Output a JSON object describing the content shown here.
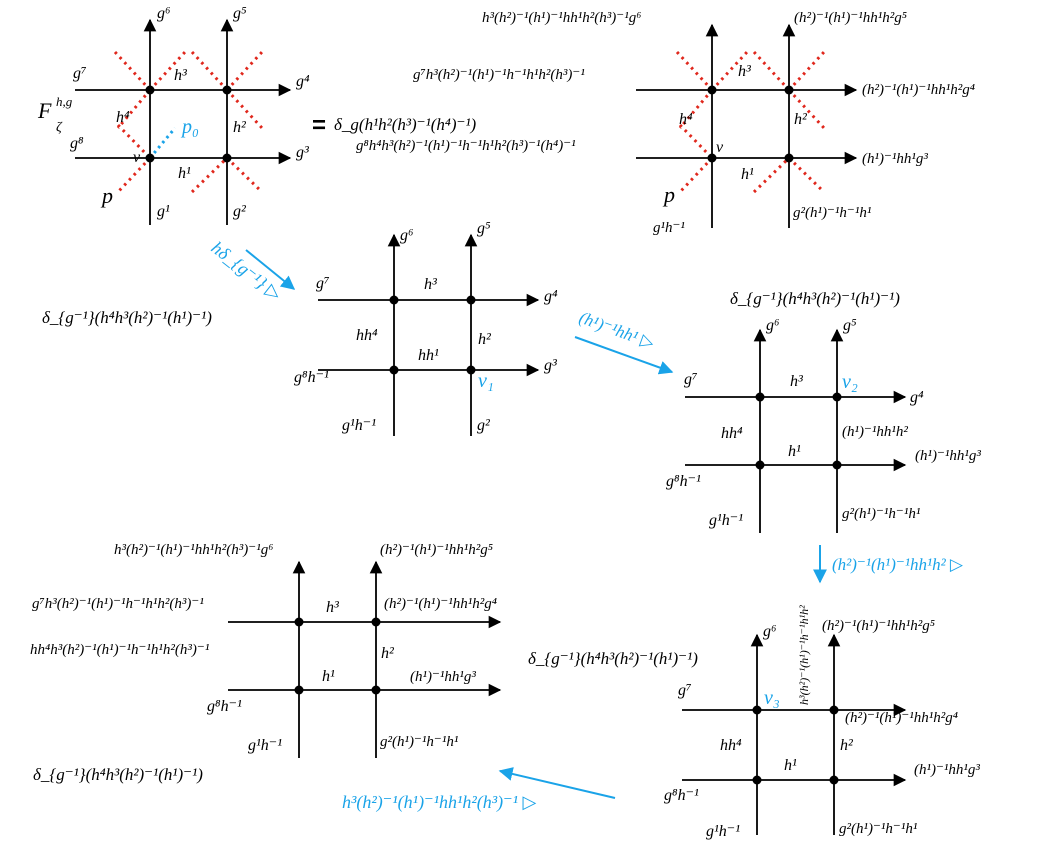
{
  "colors": {
    "ink": "#000000",
    "accent": "#1aa3e8",
    "cut": "#e0271c"
  },
  "operator": {
    "base": "F",
    "sup": "h,g",
    "sub": "ζ"
  },
  "equals": "=",
  "coefficient": "δ_g(h¹h²(h³)⁻¹(h⁴)⁻¹)",
  "coefficient_lower": "δ_{g⁻¹}(h⁴h³(h²)⁻¹(h¹)⁻¹)",
  "d1": {
    "g1": "g¹",
    "g2": "g²",
    "g3": "g³",
    "g4": "g⁴",
    "g5": "g⁵",
    "g6": "g⁶",
    "g7": "g⁷",
    "g8": "g⁸",
    "h1": "h¹",
    "h2": "h²",
    "h3": "h³",
    "h4": "h⁴",
    "v": "v",
    "p0": "p₀",
    "p": "p"
  },
  "d2": {
    "g6": "h³(h²)⁻¹(h¹)⁻¹hh¹h²(h³)⁻¹g⁶",
    "g5": "(h²)⁻¹(h¹)⁻¹hh¹h²g⁵",
    "g7": "g⁷h³(h²)⁻¹(h¹)⁻¹h⁻¹h¹h²(h³)⁻¹",
    "g4": "(h²)⁻¹(h¹)⁻¹hh¹h²g⁴",
    "g8": "g⁸h⁴h³(h²)⁻¹(h¹)⁻¹h⁻¹h¹h²(h³)⁻¹(h⁴)⁻¹",
    "g3": "(h¹)⁻¹hh¹g³",
    "g1": "g¹h⁻¹",
    "g2": "g²(h¹)⁻¹h⁻¹h¹",
    "h1": "h¹",
    "h2": "h²",
    "h3": "h³",
    "h4": "h⁴",
    "v": "v",
    "p": "p"
  },
  "step1": {
    "op": "hδ_{g⁻¹} ▷",
    "coef": "δ_{g⁻¹}(h⁴h³(h²)⁻¹(h¹)⁻¹)"
  },
  "d3": {
    "g6": "g⁶",
    "g5": "g⁵",
    "g7": "g⁷",
    "g4": "g⁴",
    "g8": "g⁸h⁻¹",
    "g3": "g³",
    "g1": "g¹h⁻¹",
    "g2": "g²",
    "h3": "h³",
    "h4": "hh⁴",
    "h1": "hh¹",
    "h2": "h²",
    "v1": "v₁"
  },
  "step2": {
    "op": "(h¹)⁻¹hh¹ ▷"
  },
  "d4": {
    "coef": "δ_{g⁻¹}(h⁴h³(h²)⁻¹(h¹)⁻¹)",
    "g6": "g⁶",
    "g5": "g⁵",
    "g7": "g⁷",
    "g4": "g⁴",
    "g8": "g⁸h⁻¹",
    "g3": "(h¹)⁻¹hh¹g³",
    "g1": "g¹h⁻¹",
    "g2": "g²(h¹)⁻¹h⁻¹h¹",
    "h3": "h³",
    "h4": "hh⁴",
    "h1": "h¹",
    "h2": "(h¹)⁻¹hh¹h²",
    "v2": "v₂"
  },
  "step3": {
    "op": "(h²)⁻¹(h¹)⁻¹hh¹h² ▷"
  },
  "d5": {
    "coef": "δ_{g⁻¹}(h⁴h³(h²)⁻¹(h¹)⁻¹)",
    "g6": "g⁶",
    "g5": "(h²)⁻¹(h¹)⁻¹hh¹h²g⁵",
    "h3v": "h³(h²)⁻¹(h¹)⁻¹h⁻¹h¹h²",
    "g7": "g⁷",
    "g4": "(h²)⁻¹(h¹)⁻¹hh¹h²g⁴",
    "g8": "g⁸h⁻¹",
    "g3": "(h¹)⁻¹hh¹g³",
    "g1": "g¹h⁻¹",
    "g2": "g²(h¹)⁻¹h⁻¹h¹",
    "h4": "hh⁴",
    "h1": "h¹",
    "h2": "h²",
    "v3": "v₃"
  },
  "step4": {
    "op": "h³(h²)⁻¹(h¹)⁻¹hh¹h²(h³)⁻¹ ▷"
  },
  "d6": {
    "coef": "δ_{g⁻¹}(h⁴h³(h²)⁻¹(h¹)⁻¹)",
    "g6": "h³(h²)⁻¹(h¹)⁻¹hh¹h²(h³)⁻¹g⁶",
    "g5": "(h²)⁻¹(h¹)⁻¹hh¹h²g⁵",
    "g7": "g⁷h³(h²)⁻¹(h¹)⁻¹h⁻¹h¹h²(h³)⁻¹",
    "g4": "(h²)⁻¹(h¹)⁻¹hh¹h²g⁴",
    "h4": "hh⁴h³(h²)⁻¹(h¹)⁻¹h⁻¹h¹h²(h³)⁻¹",
    "g3": "(h¹)⁻¹hh¹g³",
    "g8": "g⁸h⁻¹",
    "g1": "g¹h⁻¹",
    "g2": "g²(h¹)⁻¹h⁻¹h¹",
    "h3": "h³",
    "h2": "h²",
    "h1": "h¹"
  }
}
